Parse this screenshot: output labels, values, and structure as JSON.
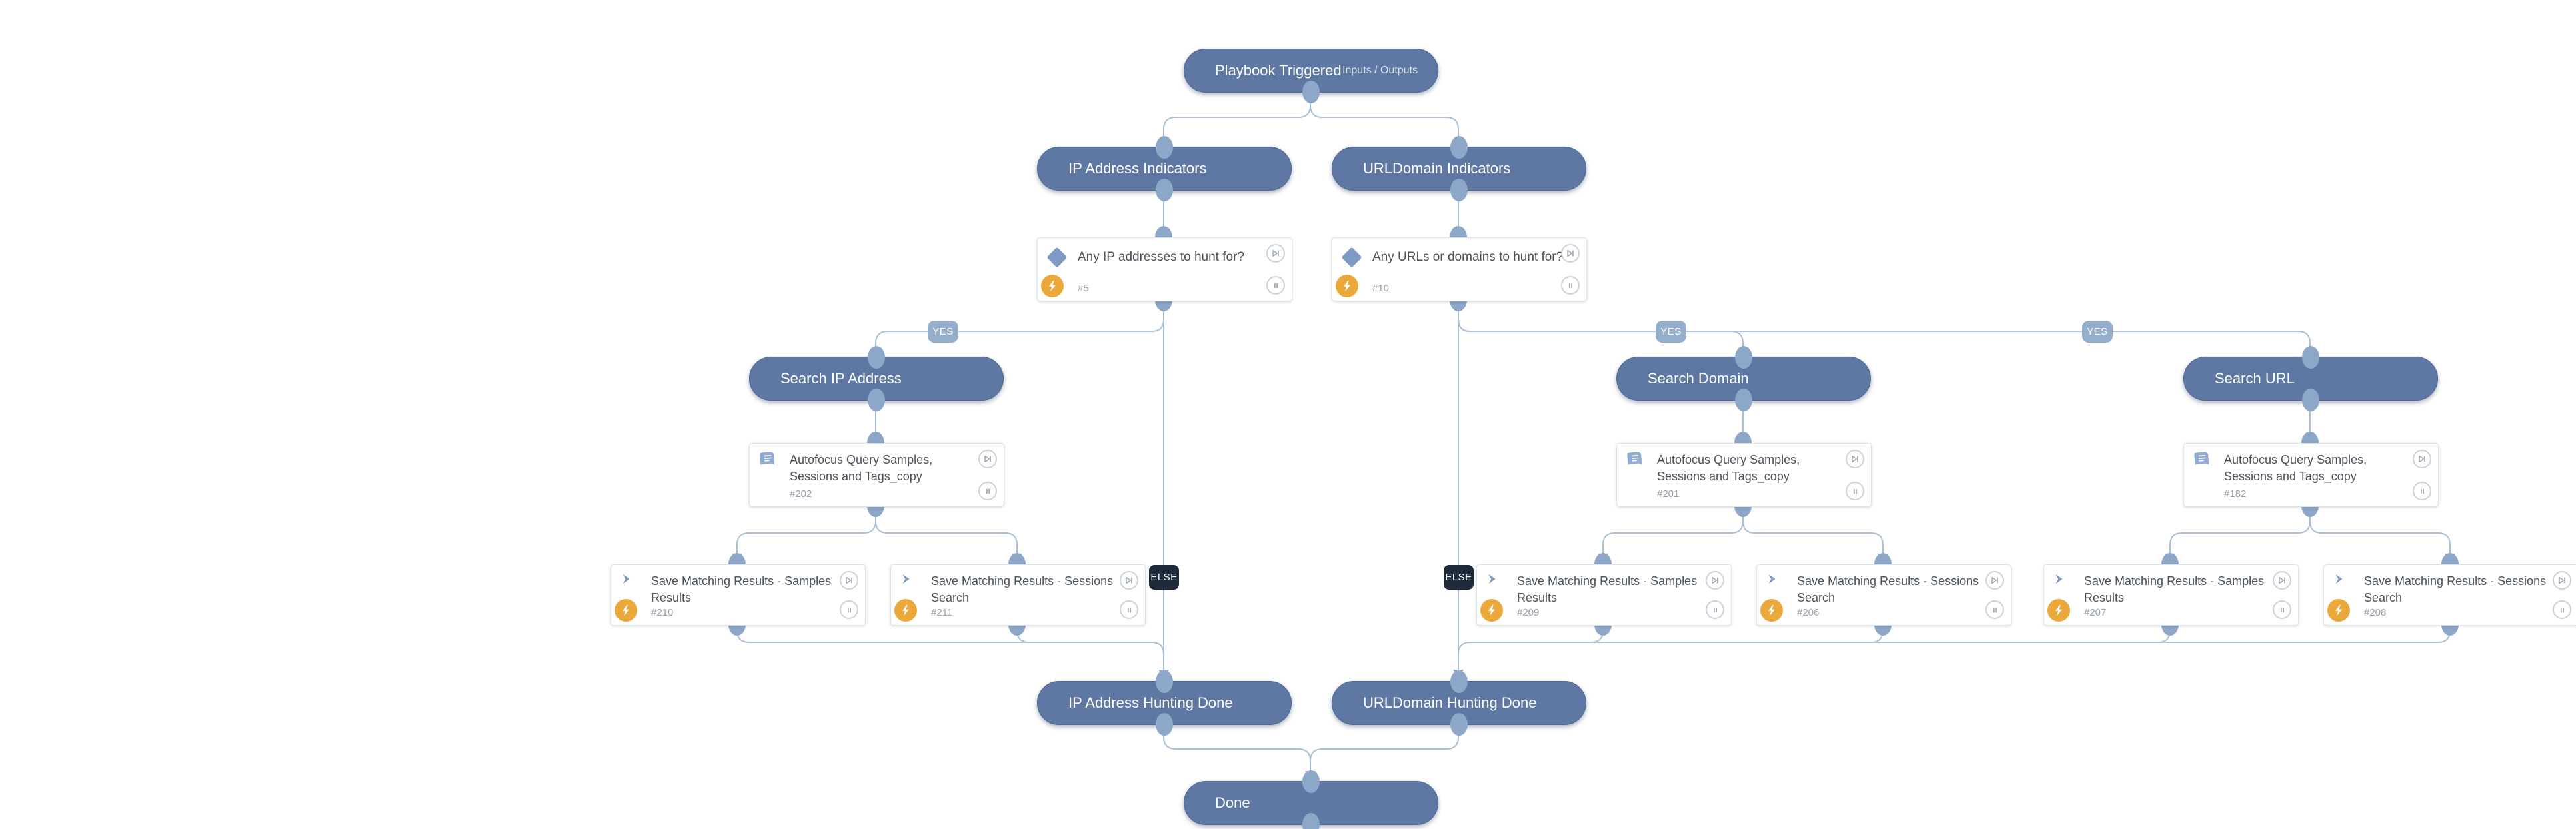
{
  "labels": {
    "yes": "YES",
    "else": "ELSE"
  },
  "nodes": {
    "playbook_triggered": {
      "label": "Playbook Triggered",
      "sublabel": "Inputs / Outputs"
    },
    "ip_indicators": {
      "label": "IP Address Indicators"
    },
    "urldomain_indicators": {
      "label": "URLDomain Indicators"
    },
    "cond_ip": {
      "label": "Any IP addresses to hunt for?",
      "number": "#5"
    },
    "cond_url": {
      "label": "Any URLs or domains to hunt for?",
      "number": "#10"
    },
    "search_ip": {
      "label": "Search IP Address"
    },
    "search_domain": {
      "label": "Search Domain"
    },
    "search_url": {
      "label": "Search URL"
    },
    "af_ip": {
      "label": "Autofocus Query Samples, Sessions and Tags_copy",
      "number": "#202"
    },
    "af_domain": {
      "label": "Autofocus Query Samples, Sessions and Tags_copy",
      "number": "#201"
    },
    "af_url": {
      "label": "Autofocus Query Samples, Sessions and Tags_copy",
      "number": "#182"
    },
    "save_ip_samples": {
      "label": "Save Matching Results - Samples Results",
      "number": "#210"
    },
    "save_ip_sessions": {
      "label": "Save Matching Results - Sessions Search",
      "number": "#211"
    },
    "save_domain_samples": {
      "label": "Save Matching Results - Samples Results",
      "number": "#209"
    },
    "save_domain_sessions": {
      "label": "Save Matching Results - Sessions Search",
      "number": "#206"
    },
    "save_url_samples": {
      "label": "Save Matching Results - Samples Results",
      "number": "#207"
    },
    "save_url_sessions": {
      "label": "Save Matching Results - Sessions Search",
      "number": "#208"
    },
    "ip_hunting_done": {
      "label": "IP Address Hunting Done"
    },
    "urldomain_hunting_done": {
      "label": "URLDomain Hunting Done"
    },
    "done": {
      "label": "Done"
    }
  },
  "icons": {
    "condition": "diamond-icon",
    "sub_playbook": "book-icon",
    "task": "chevron-icon",
    "quiet_mode": "lightning-icon",
    "skip": "skip-icon",
    "pause": "pause-icon"
  },
  "colors": {
    "header_node": "#5e77a3",
    "connector_line": "#abc0d6",
    "connector_dot": "#8ca7c8",
    "yes_badge": "#95aecb",
    "else_badge": "#1d2a3a",
    "lightning": "#eba93b",
    "icon_blue": "#7e9ac3"
  }
}
